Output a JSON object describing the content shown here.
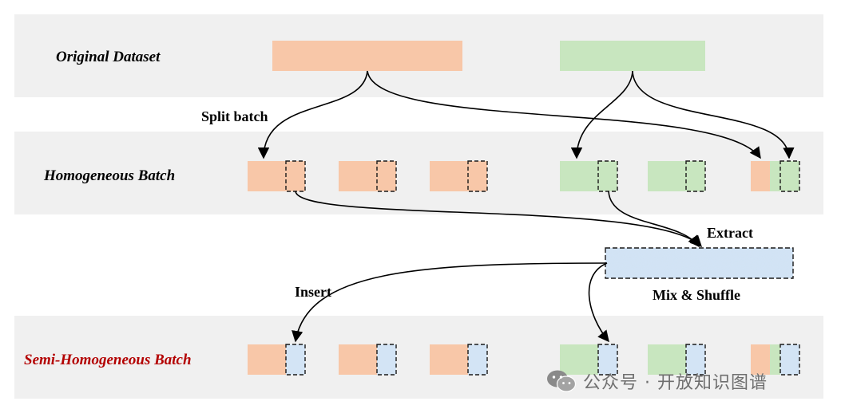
{
  "colors": {
    "band": "#f0f0f0",
    "orange": "#f8c7a8",
    "green": "#c8e6bf",
    "blue": "#d3e4f5",
    "dash": "#1a1a1a",
    "arrow": "#000000",
    "semi_label": "#b30000"
  },
  "rows": {
    "original": {
      "label": "Original Dataset"
    },
    "homogeneous": {
      "label": "Homogeneous Batch"
    },
    "semi": {
      "label": "Semi-Homogeneous Batch"
    }
  },
  "steps": {
    "split": "Split batch",
    "extract": "Extract",
    "insert": "Insert",
    "mix": "Mix & Shuffle"
  },
  "watermark": {
    "icon": "wechat-icon",
    "text": "公众号 · 开放知识图谱"
  }
}
